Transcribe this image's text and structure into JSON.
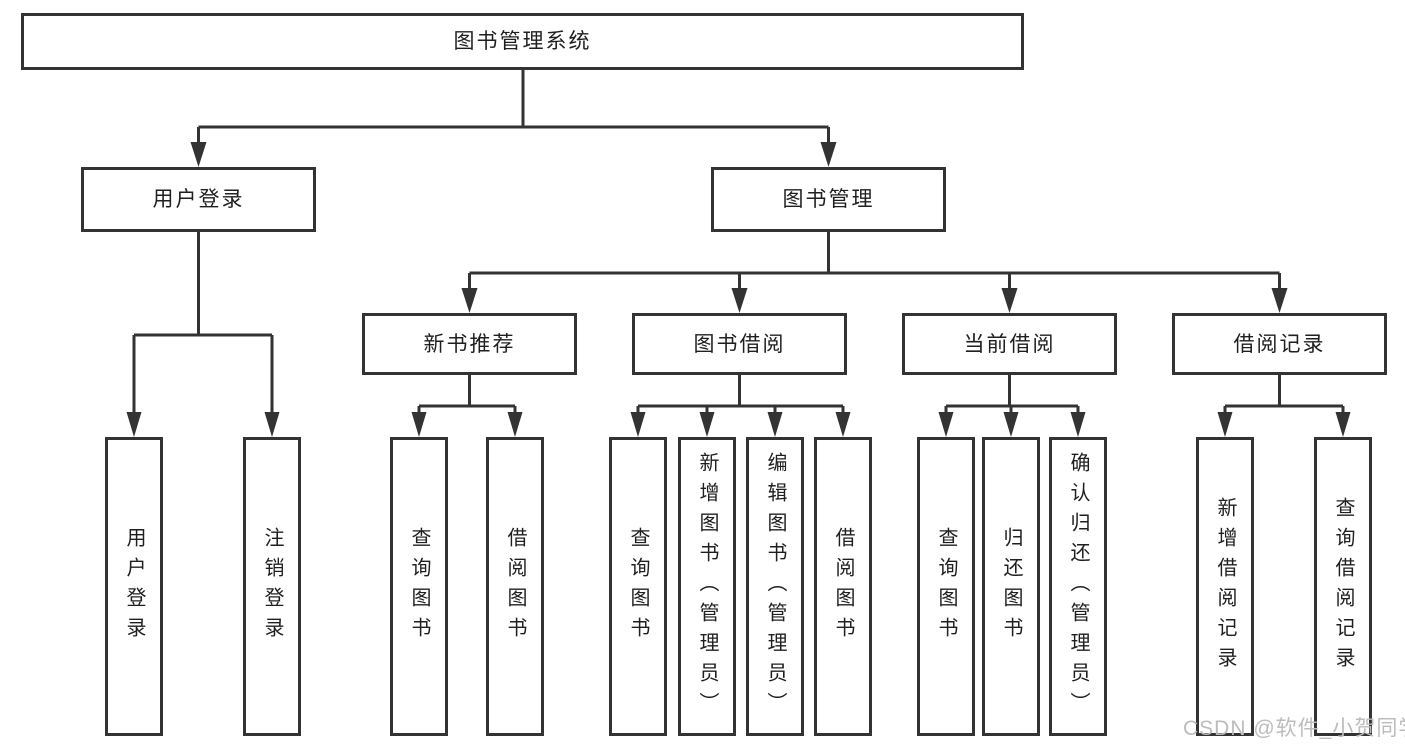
{
  "root": {
    "label": "图书管理系统"
  },
  "level2": [
    {
      "label": "用户登录",
      "parent": "图书管理系统"
    },
    {
      "label": "图书管理",
      "parent": "图书管理系统"
    }
  ],
  "level3": [
    {
      "label": "新书推荐",
      "parent": "图书管理"
    },
    {
      "label": "图书借阅",
      "parent": "图书管理"
    },
    {
      "label": "当前借阅",
      "parent": "图书管理"
    },
    {
      "label": "借阅记录",
      "parent": "图书管理"
    }
  ],
  "leaves": [
    {
      "label": "用户登录",
      "parent": "用户登录"
    },
    {
      "label": "注销登录",
      "parent": "用户登录"
    },
    {
      "label": "查询图书",
      "parent": "新书推荐"
    },
    {
      "label": "借阅图书",
      "parent": "新书推荐"
    },
    {
      "label": "查询图书",
      "parent": "图书借阅"
    },
    {
      "label": "新增图书（管理员）",
      "parent": "图书借阅"
    },
    {
      "label": "编辑图书（管理员）",
      "parent": "图书借阅"
    },
    {
      "label": "借阅图书",
      "parent": "图书借阅"
    },
    {
      "label": "查询图书",
      "parent": "当前借阅"
    },
    {
      "label": "归还图书",
      "parent": "当前借阅"
    },
    {
      "label": "确认归还（管理员）",
      "parent": "当前借阅"
    },
    {
      "label": "新增借阅记录",
      "parent": "借阅记录"
    },
    {
      "label": "查询借阅记录",
      "parent": "借阅记录"
    }
  ],
  "watermark": "CSDN @软件_小贺同学",
  "colors": {
    "line": "#333333",
    "text": "#1f1f1f",
    "watermark": "#bcbcbc",
    "background": "#ffffff"
  }
}
